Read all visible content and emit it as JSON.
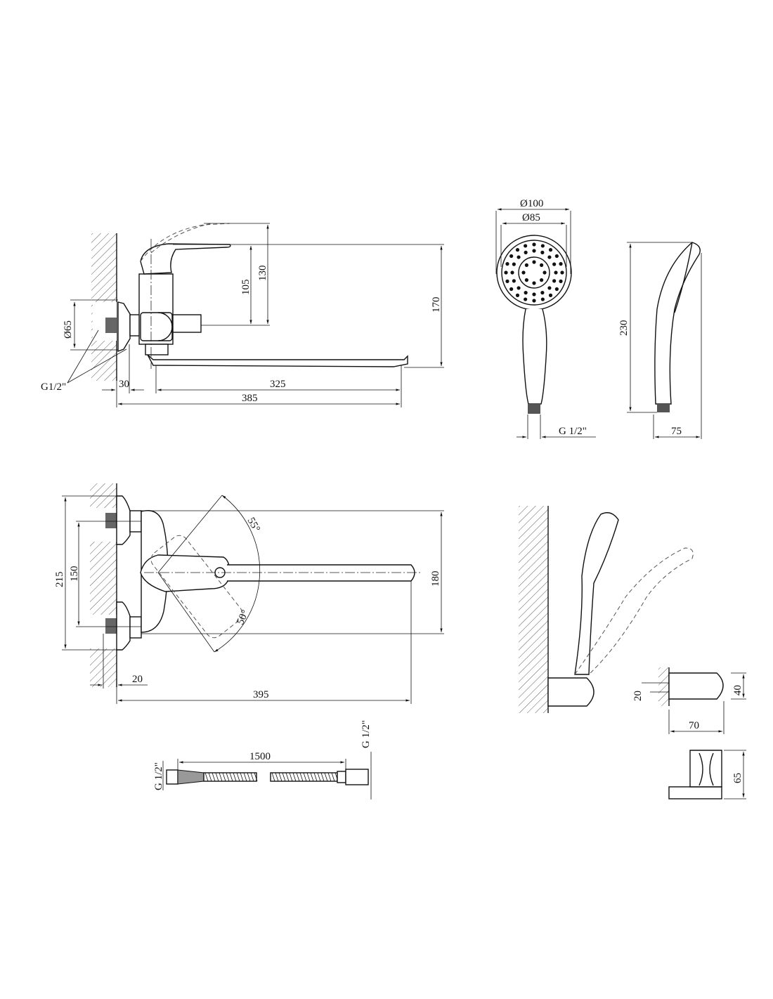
{
  "side_view": {
    "dims": {
      "d105": "105",
      "d130": "130",
      "d170": "170",
      "d30": "30",
      "d325": "325",
      "d385": "385",
      "d65": "Ø65"
    },
    "thread_label": "G1/2\""
  },
  "shower_head": {
    "dims": {
      "d100": "Ø100",
      "d85": "Ø85",
      "d230": "230",
      "d75": "75"
    },
    "thread_label": "G 1/2\""
  },
  "top_view": {
    "dims": {
      "d215": "215",
      "d150": "150",
      "d180": "180",
      "d20": "20",
      "d395": "395"
    },
    "angles": {
      "a55": "55°",
      "a50": "50°"
    }
  },
  "hose": {
    "length": "1500",
    "thread_left": "G 1/2\"",
    "thread_right": "G 1/2\""
  },
  "holder": {
    "dims": {
      "d20": "20",
      "d40": "40",
      "d70": "70",
      "d65": "65"
    }
  }
}
